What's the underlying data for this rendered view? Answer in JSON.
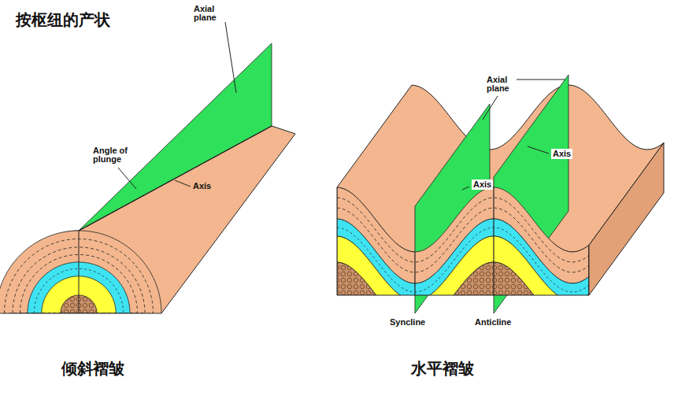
{
  "diagram": {
    "title": "按枢纽的产状",
    "labels": [
      "Axial plane",
      "Angle of plunge",
      "Axis",
      "Axial plane",
      "Axis",
      "Axis",
      "Syncline",
      "Anticline",
      "倾斜褶皱",
      "水平褶皱"
    ]
  }
}
